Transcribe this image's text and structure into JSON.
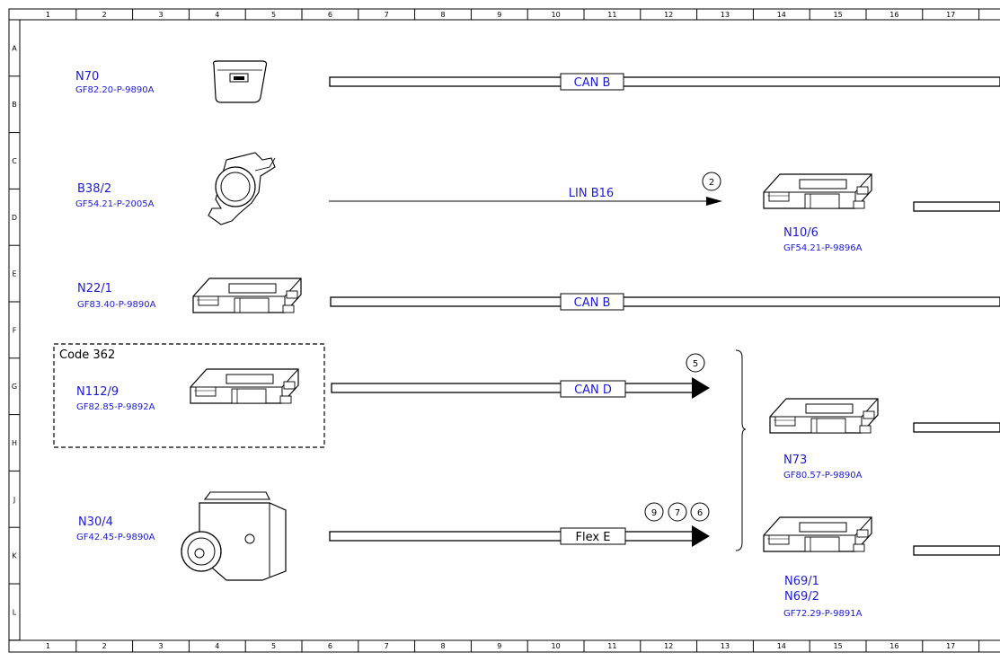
{
  "ruler": {
    "columns": [
      "1",
      "2",
      "3",
      "4",
      "5",
      "6",
      "7",
      "8",
      "9",
      "10",
      "11",
      "12",
      "13",
      "14",
      "15",
      "16",
      "17"
    ],
    "rows": [
      "A",
      "B",
      "C",
      "D",
      "E",
      "F",
      "G",
      "H",
      "J",
      "K",
      "L"
    ]
  },
  "components": {
    "n70": {
      "id": "N70",
      "ref": "GF82.20-P-9890A"
    },
    "b38_2": {
      "id": "B38/2",
      "ref": "GF54.21-P-2005A"
    },
    "n22_1": {
      "id": "N22/1",
      "ref": "GF83.40-P-9890A"
    },
    "n112_9": {
      "id": "N112/9",
      "ref": "GF82.85-P-9892A"
    },
    "n30_4": {
      "id": "N30/4",
      "ref": "GF42.45-P-9890A"
    },
    "n10_6": {
      "id": "N10/6",
      "ref": "GF54.21-P-9896A"
    },
    "n73": {
      "id": "N73",
      "ref": "GF80.57-P-9890A"
    },
    "n69": {
      "id1": "N69/1",
      "id2": "N69/2",
      "ref": "GF72.29-P-9891A"
    }
  },
  "code_box": {
    "label": "Code 362"
  },
  "buses": {
    "can_b_1": "CAN B",
    "lin_b16": "LIN B16",
    "can_b_2": "CAN B",
    "can_d": "CAN D",
    "flex_e": "Flex E"
  },
  "markers": {
    "lin": "2",
    "can_d": "5",
    "flex_1": "9",
    "flex_2": "7",
    "flex_3": "6"
  }
}
